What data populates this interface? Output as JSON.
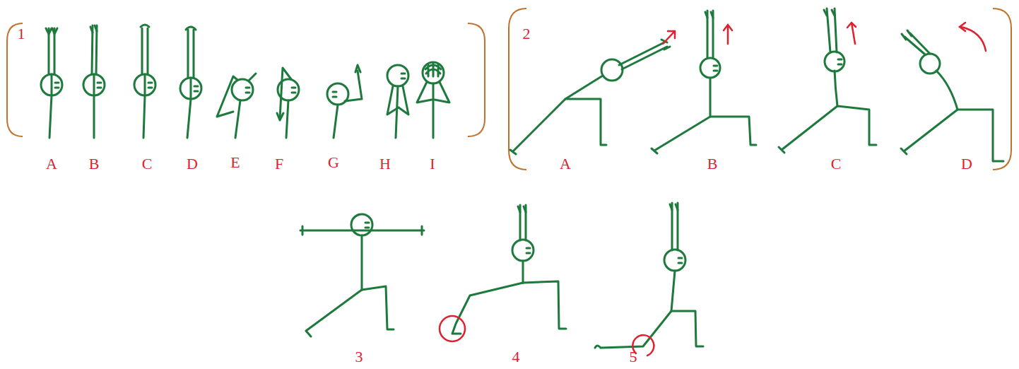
{
  "diagram": {
    "labels": [
      "1",
      "A",
      "B",
      "C",
      "D",
      "E",
      "F",
      "G",
      "H",
      "I",
      "2",
      "A",
      "B",
      "C",
      "D",
      "3",
      "4",
      "5"
    ]
  }
}
